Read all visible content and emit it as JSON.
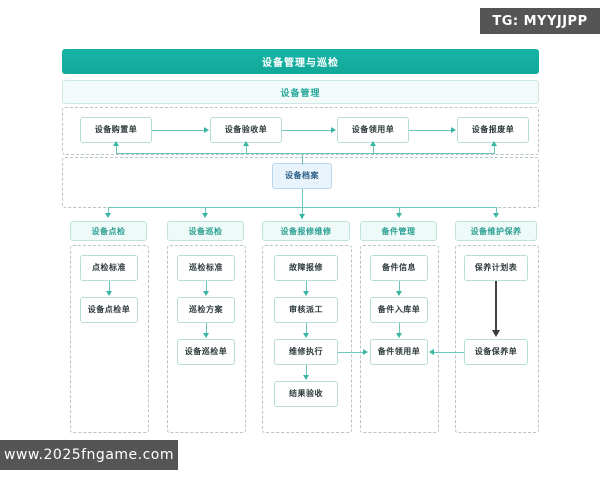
{
  "watermarks": {
    "telegram": "TG: MYYJJPP",
    "site": "www.2025fngame.com"
  },
  "diagram": {
    "title": "设备管理与巡检",
    "subtitle": "设备管理",
    "lifecycle_nodes": [
      {
        "label": "设备购置单"
      },
      {
        "label": "设备验收单"
      },
      {
        "label": "设备领用单"
      },
      {
        "label": "设备报废单"
      }
    ],
    "archive_node": {
      "label": "设备档案"
    },
    "columns": [
      {
        "header": "设备点检",
        "nodes": [
          {
            "label": "点检标准"
          },
          {
            "label": "设备点检单"
          }
        ]
      },
      {
        "header": "设备巡检",
        "nodes": [
          {
            "label": "巡检标准"
          },
          {
            "label": "巡检方案"
          },
          {
            "label": "设备巡检单"
          }
        ]
      },
      {
        "header": "设备报修维修",
        "nodes": [
          {
            "label": "故障报修"
          },
          {
            "label": "审核派工"
          },
          {
            "label": "维修执行"
          },
          {
            "label": "结果验收"
          }
        ]
      },
      {
        "header": "备件管理",
        "nodes": [
          {
            "label": "备件信息"
          },
          {
            "label": "备件入库单"
          },
          {
            "label": "备件领用单"
          }
        ]
      },
      {
        "header": "设备维护保养",
        "nodes": [
          {
            "label": "保养计划表"
          },
          {
            "label": "设备保养单"
          }
        ]
      }
    ]
  },
  "colors": {
    "accent_teal": "#17b5a5",
    "line_teal": "#6cc6b8",
    "arrow_teal": "#3bb5a3",
    "archive_blue": "#e9f3fb",
    "dark_arrow": "#3a3a3a",
    "watermark_bg": "#555555"
  }
}
